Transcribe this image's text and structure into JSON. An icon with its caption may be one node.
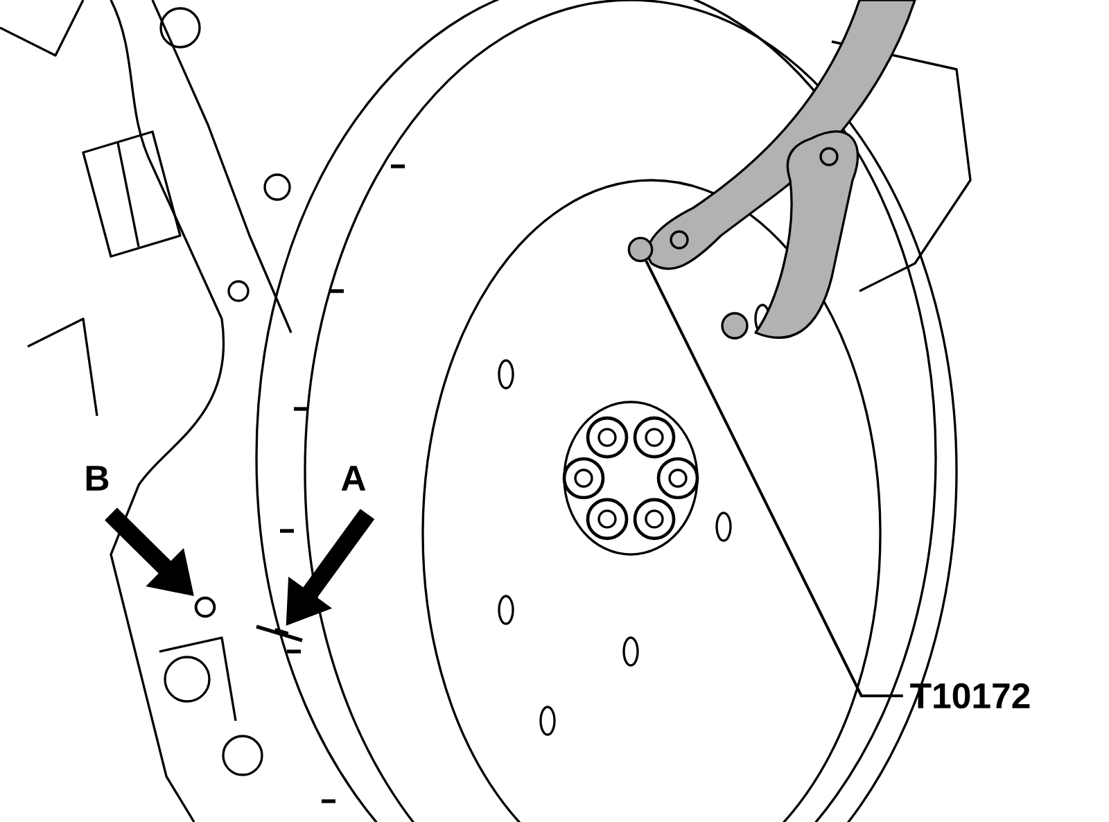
{
  "diagram": {
    "nodes": [
      {
        "text": [
          "B"
        ]
      },
      {
        "text": [
          "A"
        ]
      },
      {
        "text": [
          "T10172"
        ]
      },
      {
        "text": [],
        "shape": "circle"
      },
      {
        "text": [],
        "shape": "bar"
      },
      {
        "text": [],
        "shape": "picture"
      }
    ],
    "edges": [
      {
        "from": 0,
        "to": 3,
        "arrow": "to"
      },
      {
        "from": 1,
        "to": 4,
        "arrow": "to"
      },
      {
        "from": 2,
        "to": 5,
        "arrow": "none"
      }
    ]
  }
}
